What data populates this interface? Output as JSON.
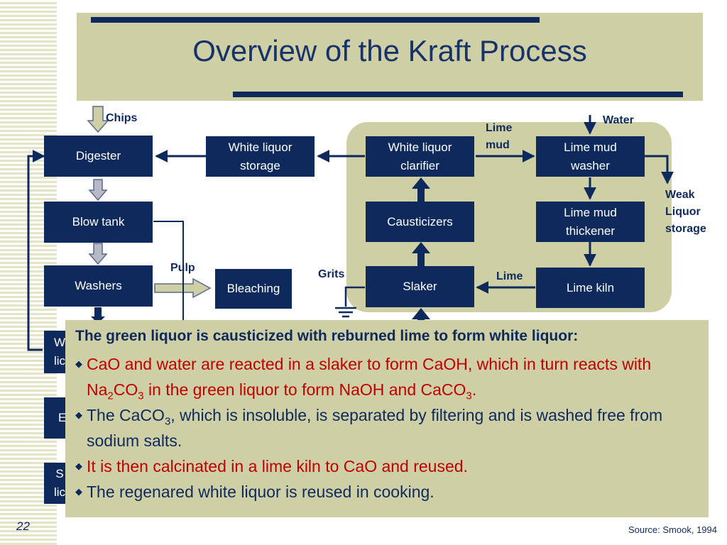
{
  "slide": {
    "title": "Overview of the Kraft Process",
    "page_number": "22",
    "source": "Source: Smook, 1994"
  },
  "process": {
    "digester": "Digester",
    "blow_tank": "Blow tank",
    "washers": "Washers",
    "bleaching": "Bleaching",
    "white_liquor_storage": "White liquor\nstorage",
    "white_liquor_clarifier": "White liquor\nclarifier",
    "causticizers": "Causticizers",
    "slaker": "Slaker",
    "lime_mud_washer": "Lime mud\nwasher",
    "lime_mud_thickener": "Lime mud\nthickener",
    "lime_kiln": "Lime kiln",
    "partial_box_1": "W\nlic",
    "partial_box_2": "E",
    "partial_box_3": "S\nlic"
  },
  "labels": {
    "chips": "Chips",
    "pulp": "Pulp",
    "grits": "Grits",
    "lime_mud": "Lime\nmud",
    "water": "Water",
    "lime": "Lime",
    "weak_liquor_storage": "Weak\nLiquor\nstorage"
  },
  "callout": {
    "heading": "The green liquor is causticized with reburned lime to form white liquor:",
    "b1_a": "CaO and water are reacted in a slaker to form CaOH, which in turn reacts with Na",
    "b1_sub1": "2",
    "b1_b": "CO",
    "b1_sub2": "3",
    "b1_c": " in the green liquor to form NaOH and CaCO",
    "b1_sub3": "3",
    "b1_d": ".",
    "b2_a": "The CaCO",
    "b2_sub": "3",
    "b2_b": ", which is insoluble, is separated by filtering and is washed free from sodium salts.",
    "b3": "It is then calcinated in a lime kiln to CaO and reused.",
    "b4": "The regenared white liquor is reused in cooking."
  },
  "colors": {
    "navy": "#0e2a5c",
    "khaki": "#cfcfa6",
    "red_text": "#c00000"
  }
}
